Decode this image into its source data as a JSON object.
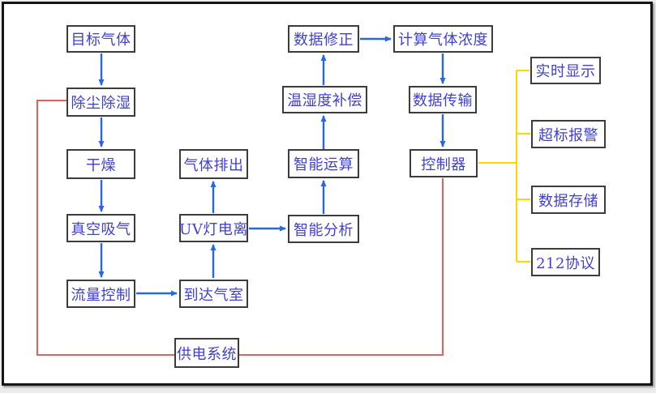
{
  "colors": {
    "node_border": "#3c3c3c",
    "node_text": "#4040d0",
    "flow_arrow": "#2268e8",
    "power_line": "#ee5d5d",
    "output_line": "#ffd700",
    "frame_border": "#151515",
    "canvas": "#ffffff"
  },
  "nodes": [
    {
      "id": "target-gas",
      "label": "目标气体"
    },
    {
      "id": "dedust-dehumidify",
      "label": "除尘除湿"
    },
    {
      "id": "drying",
      "label": "干燥"
    },
    {
      "id": "vacuum-suction",
      "label": "真空吸气"
    },
    {
      "id": "flow-control",
      "label": "流量控制"
    },
    {
      "id": "gas-discharge",
      "label": "气体排出"
    },
    {
      "id": "uv-lamp-ionization",
      "label": "UV灯电离"
    },
    {
      "id": "reach-gas-chamber",
      "label": "到达气室"
    },
    {
      "id": "data-correction",
      "label": "数据修正"
    },
    {
      "id": "temp-humidity-compensation",
      "label": "温湿度补偿"
    },
    {
      "id": "intelligent-computing",
      "label": "智能运算"
    },
    {
      "id": "intelligent-analysis",
      "label": "智能分析"
    },
    {
      "id": "calc-gas-concentration",
      "label": "计算气体浓度"
    },
    {
      "id": "data-transmission",
      "label": "数据传输"
    },
    {
      "id": "controller",
      "label": "控制器"
    },
    {
      "id": "realtime-display",
      "label": "实时显示"
    },
    {
      "id": "over-limit-alarm",
      "label": "超标报警"
    },
    {
      "id": "data-storage",
      "label": "数据存储"
    },
    {
      "id": "protocol-212",
      "label": "212协议"
    },
    {
      "id": "power-supply",
      "label": "供电系统"
    }
  ],
  "edges": {
    "flow": [
      [
        "目标气体",
        "除尘除湿"
      ],
      [
        "除尘除湿",
        "干燥"
      ],
      [
        "干燥",
        "真空吸气"
      ],
      [
        "真空吸气",
        "流量控制"
      ],
      [
        "流量控制",
        "到达气室"
      ],
      [
        "到达气室",
        "UV灯电离"
      ],
      [
        "UV灯电离",
        "气体排出"
      ],
      [
        "UV灯电离",
        "智能分析"
      ],
      [
        "智能分析",
        "智能运算"
      ],
      [
        "智能运算",
        "温湿度补偿"
      ],
      [
        "温湿度补偿",
        "数据修正"
      ],
      [
        "数据修正",
        "计算气体浓度"
      ],
      [
        "计算气体浓度",
        "数据传输"
      ],
      [
        "数据传输",
        "控制器"
      ]
    ],
    "outputs": {
      "from": "控制器",
      "to": [
        "实时显示",
        "超标报警",
        "数据存储",
        "212协议"
      ]
    },
    "power": {
      "from": "供电系统",
      "to": [
        "除尘除湿",
        "控制器"
      ]
    }
  }
}
